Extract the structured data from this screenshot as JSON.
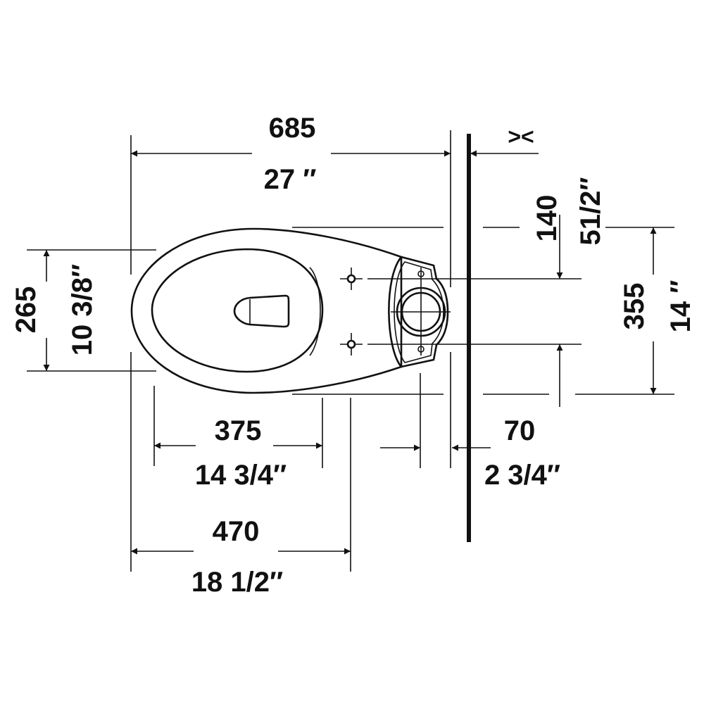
{
  "dimensions": {
    "overall_length": {
      "mm": "685",
      "inch": "27 ″"
    },
    "wall_gap": {
      "symbol": "><"
    },
    "tank_offset": {
      "mm": "140",
      "inch": "51/2″"
    },
    "mount_span": {
      "mm": "355",
      "inch": "14 ″"
    },
    "bowl_width": {
      "mm": "265",
      "inch": "10 3/8″"
    },
    "bowl_to_outlet": {
      "mm": "375",
      "inch": "14 3/4″"
    },
    "outlet_to_wall": {
      "mm": "70",
      "inch": "2 3/4″"
    },
    "front_to_fixing": {
      "mm": "470",
      "inch": "18 1/2″"
    }
  },
  "colors": {
    "line": "#111111",
    "background": "#ffffff"
  }
}
